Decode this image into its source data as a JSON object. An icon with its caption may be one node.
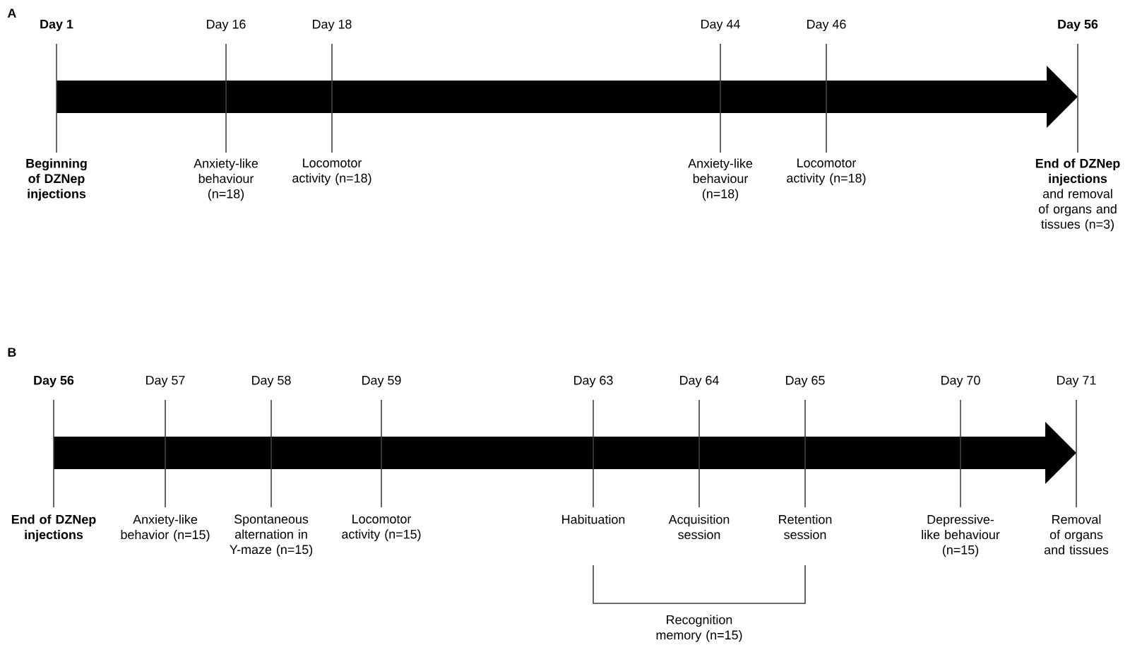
{
  "diagram": {
    "labels": [
      "A",
      "Day 1",
      "Day 16",
      "Day 18",
      "Day 44",
      "Day 46",
      "Day 56",
      "Beginning of DZNep injections",
      "Anxiety-like behaviour (n=18)",
      "Locomotor activity (n=18)",
      "Anxiety-like behaviour (n=18)",
      "Locomotor activity (n=18)",
      "**End of DZNep injections** and removal of organs and tissues (n=3)",
      "B",
      "Day 56",
      "Day 57",
      "Day 58",
      "Day 59",
      "Day 63",
      "Day 64",
      "Day 65",
      "Day 70",
      "Day 71",
      "End of DZNep injections",
      "Anxiety-like behavior (n=15)",
      "Spontaneous alternation in Y-maze (n=15)",
      "Locomotor activity (n=15)",
      "Habituation",
      "Acquisition session",
      "Retention session",
      "Depressive-like behaviour (n=15)",
      "Removal of organs and tissues",
      "Recognition memory (n=15)"
    ]
  }
}
